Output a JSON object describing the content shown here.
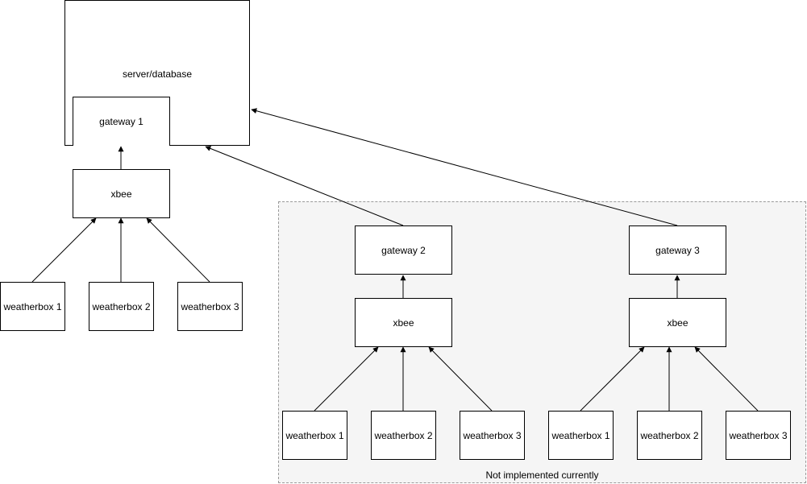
{
  "colors": {
    "stroke": "#000000",
    "region_fill": "#f5f5f5",
    "region_border": "#9a9a9a",
    "box_fill": "#ffffff"
  },
  "server": {
    "label": "server/database"
  },
  "cluster1": {
    "gateway": "gateway 1",
    "xbee": "xbee",
    "weatherboxes": [
      "weatherbox 1",
      "weatherbox 2",
      "weatherbox 3"
    ]
  },
  "cluster2": {
    "gateway": "gateway 2",
    "xbee": "xbee",
    "weatherboxes": [
      "weatherbox 1",
      "weatherbox 2",
      "weatherbox 3"
    ]
  },
  "cluster3": {
    "gateway": "gateway 3",
    "xbee": "xbee",
    "weatherboxes": [
      "weatherbox 1",
      "weatherbox 2",
      "weatherbox 3"
    ]
  },
  "region": {
    "label": "Not implemented currently"
  }
}
